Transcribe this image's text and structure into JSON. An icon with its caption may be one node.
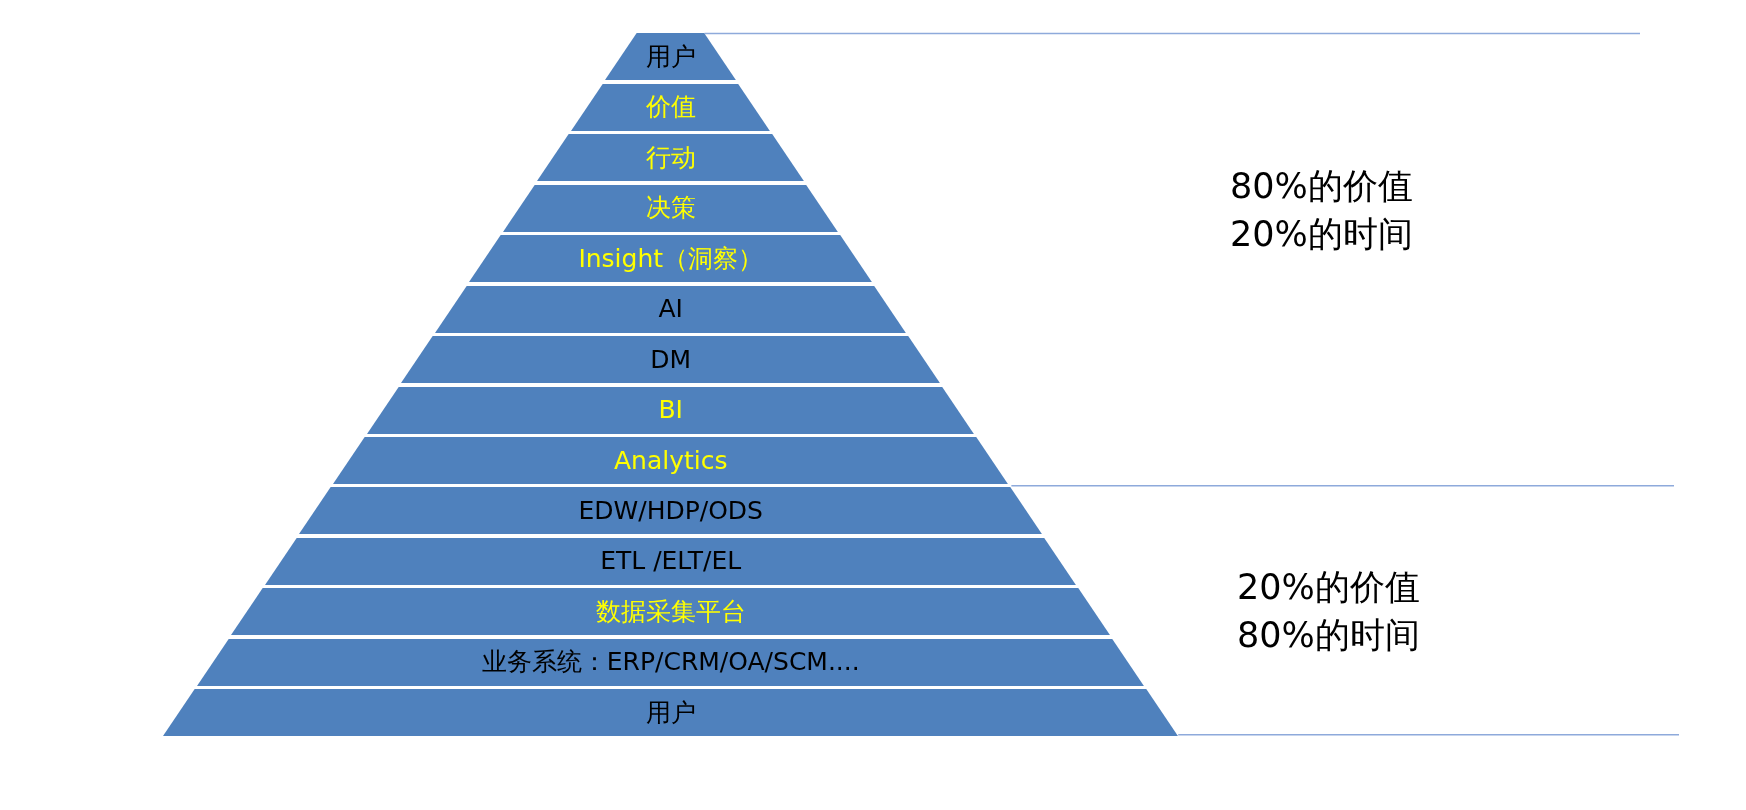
{
  "diagram": {
    "nodes": [
      {
        "text": [
          "用户"
        ]
      },
      {
        "text": [
          "价值"
        ]
      },
      {
        "text": [
          "行动"
        ]
      },
      {
        "text": [
          "决策"
        ]
      },
      {
        "text": [
          "Insight（洞察）"
        ]
      },
      {
        "text": [
          "AI"
        ]
      },
      {
        "text": [
          "DM"
        ]
      },
      {
        "text": [
          "BI"
        ]
      },
      {
        "text": [
          "Analytics"
        ]
      },
      {
        "text": [
          "EDW/HDP/ODS"
        ]
      },
      {
        "text": [
          "ETL /ELT/EL"
        ]
      },
      {
        "text": [
          "数据采集平台"
        ]
      },
      {
        "text": [
          "业务系统：ERP/CRM/OA/SCM...."
        ]
      },
      {
        "text": [
          "用户"
        ]
      }
    ],
    "labels": [
      "80%的价值",
      "20%的时间",
      "20%的价值",
      "80%的时间"
    ]
  }
}
